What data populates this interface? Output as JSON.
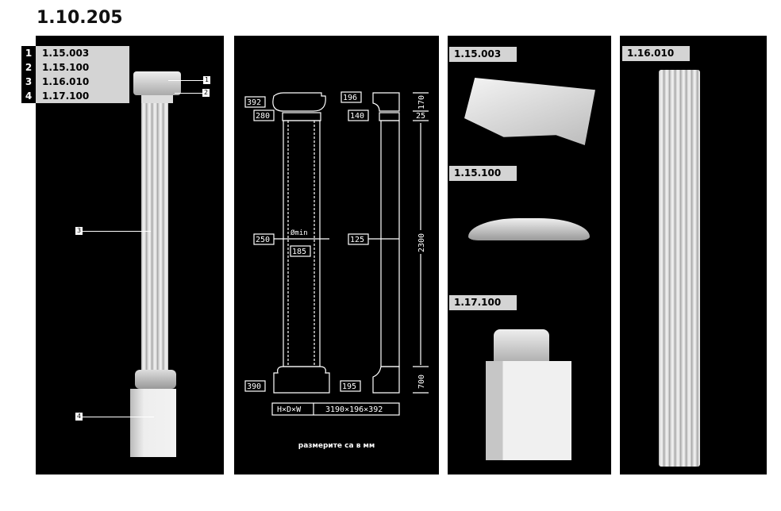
{
  "title": "1.10.205",
  "legend": [
    {
      "num": "1",
      "code": "1.15.003"
    },
    {
      "num": "2",
      "code": "1.15.100"
    },
    {
      "num": "3",
      "code": "1.16.010"
    },
    {
      "num": "4",
      "code": "1.17.100"
    }
  ],
  "callouts": [
    "1",
    "2",
    "3",
    "4"
  ],
  "drawing": {
    "dims": {
      "d392": "392",
      "d280": "280",
      "d250": "250",
      "d185": "185",
      "dmin": "Ømin",
      "d390": "390",
      "d196": "196",
      "d140": "140",
      "d125": "125",
      "d195": "195",
      "d170": "170",
      "d25": "25",
      "d2300": "2300",
      "d700": "700"
    },
    "hdw_label": "H×D×W",
    "hdw_value": "3190×196×392",
    "note": "размерите са в мм"
  },
  "parts": [
    {
      "code": "1.15.003"
    },
    {
      "code": "1.15.100"
    },
    {
      "code": "1.17.100"
    },
    {
      "code": "1.16.010"
    }
  ]
}
